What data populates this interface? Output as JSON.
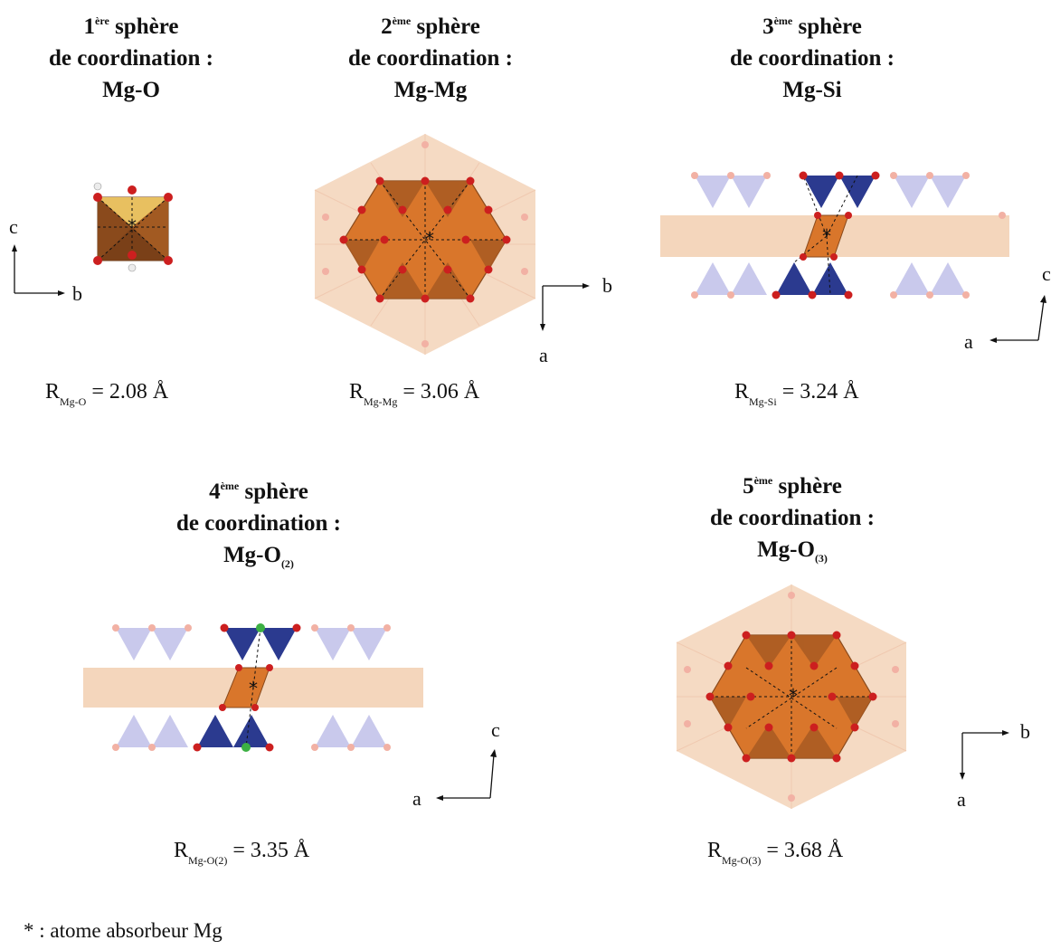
{
  "panels": [
    {
      "ordinal": "1",
      "ordinal_suffix": "ère",
      "title_line1": "sphère",
      "title_line2": "de coordination :",
      "pair_main": "Mg-O",
      "pair_sub": "",
      "dist_prefix": "R",
      "dist_sub": "Mg-O",
      "dist_value": "= 2.08 Å",
      "axis_vertical": "c",
      "axis_horizontal": "b"
    },
    {
      "ordinal": "2",
      "ordinal_suffix": "ème",
      "title_line1": "sphère",
      "title_line2": "de coordination :",
      "pair_main": "Mg-Mg",
      "pair_sub": "",
      "dist_prefix": "R",
      "dist_sub": "Mg-Mg",
      "dist_value": "= 3.06 Å",
      "axis_vertical": "a",
      "axis_horizontal": "b"
    },
    {
      "ordinal": "3",
      "ordinal_suffix": "ème",
      "title_line1": "sphère",
      "title_line2": "de coordination :",
      "pair_main": "Mg-Si",
      "pair_sub": "",
      "dist_prefix": "R",
      "dist_sub": "Mg-Si",
      "dist_value": "= 3.24 Å",
      "axis_vertical": "c",
      "axis_horizontal": "a"
    },
    {
      "ordinal": "4",
      "ordinal_suffix": "ème",
      "title_line1": "sphère",
      "title_line2": "de coordination :",
      "pair_main": "Mg-O",
      "pair_sub": "(2)",
      "dist_prefix": "R",
      "dist_sub": "Mg-O(2)",
      "dist_value": "= 3.35 Å",
      "axis_vertical": "c",
      "axis_horizontal": "a"
    },
    {
      "ordinal": "5",
      "ordinal_suffix": "ème",
      "title_line1": "sphère",
      "title_line2": "de coordination :",
      "pair_main": "Mg-O",
      "pair_sub": "(3)",
      "dist_prefix": "R",
      "dist_sub": "Mg-O(3)",
      "dist_value": "= 3.68 Å",
      "axis_vertical": "a",
      "axis_horizontal": "b"
    }
  ],
  "footnote": {
    "symbol": "*",
    "text": ": atome absorbeur Mg"
  },
  "colors": {
    "octahedron": "#d9762b",
    "octahedron_dark": "#8a4a1c",
    "octahedron_faded": "#f4d6bc",
    "tetrahedron": "#2b3a8f",
    "tetrahedron_faded": "#c9c9ec",
    "oxygen": "#cc1f1f",
    "oxygen_faded": "#f2b1a4",
    "hydrogen": "#e8e8e8",
    "green_oxygen": "#3cb043"
  }
}
